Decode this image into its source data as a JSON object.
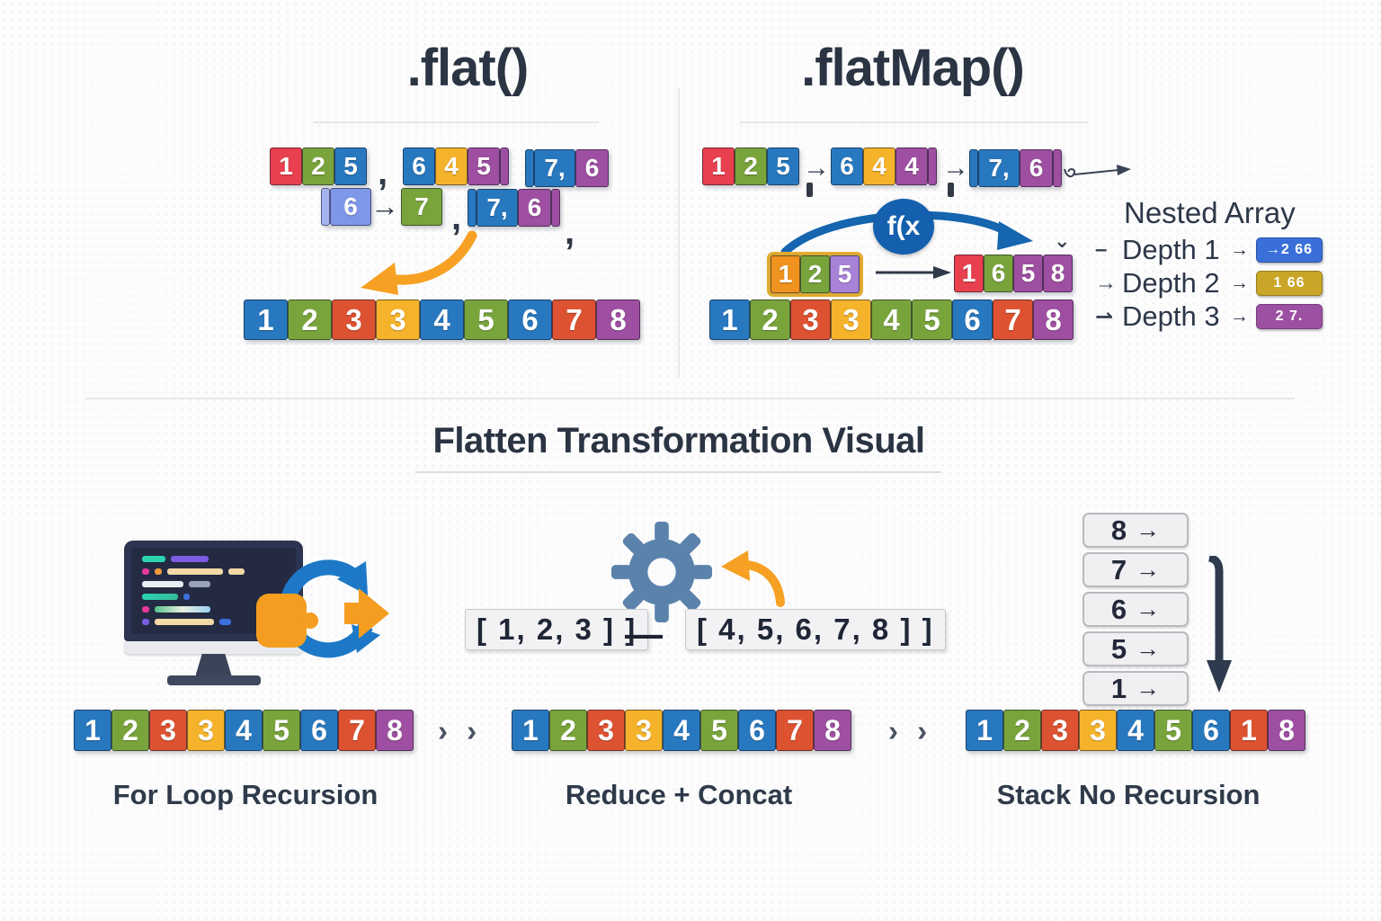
{
  "colors": {
    "blue": "#2878bf",
    "green": "#79a43c",
    "red": "#e8404f",
    "orange": "#dd5231",
    "yellow": "#f4b32a",
    "purple": "#9e4fa1",
    "lightblue": "#7e97e8",
    "lightblue2": "#a3b4f0",
    "lightpurple": "#a782d6",
    "orangeblk": "#f0921f"
  },
  "flat": {
    "title": ".flat()",
    "comma": ",",
    "arrow": "→",
    "row1": {
      "a1": [
        {
          "v": "1",
          "c": "red"
        },
        {
          "v": "2",
          "c": "green"
        },
        {
          "v": "5",
          "c": "blue"
        }
      ],
      "a2": [
        {
          "v": "6",
          "c": "blue"
        },
        {
          "v": "4",
          "c": "yellow"
        },
        {
          "v": "5",
          "c": "purple"
        },
        {
          "v": "",
          "c": "purple",
          "w": "sliver"
        }
      ],
      "a3": [
        {
          "v": "",
          "c": "blue",
          "w": "sliver"
        },
        {
          "v": "7,",
          "c": "blue",
          "w": "wide"
        },
        {
          "v": "6",
          "c": "purple",
          "w": "med"
        }
      ]
    },
    "row2": {
      "b1": [
        {
          "v": "",
          "c": "lightblue2",
          "w": "sliver"
        },
        {
          "v": "6",
          "c": "lightblue",
          "w": "wide"
        }
      ],
      "b2": [
        {
          "v": "7",
          "c": "green",
          "w": "wide"
        }
      ],
      "b3": [
        {
          "v": "",
          "c": "blue",
          "w": "sliver"
        },
        {
          "v": "7,",
          "c": "blue",
          "w": "wide"
        },
        {
          "v": "6",
          "c": "purple",
          "w": "med"
        },
        {
          "v": "",
          "c": "purple",
          "w": "sliver"
        }
      ]
    },
    "result": [
      {
        "v": "1",
        "c": "blue"
      },
      {
        "v": "2",
        "c": "green"
      },
      {
        "v": "3",
        "c": "orange"
      },
      {
        "v": "3",
        "c": "yellow"
      },
      {
        "v": "4",
        "c": "blue"
      },
      {
        "v": "5",
        "c": "green"
      },
      {
        "v": "6",
        "c": "blue"
      },
      {
        "v": "7",
        "c": "orange"
      },
      {
        "v": "8",
        "c": "purple"
      }
    ]
  },
  "flatmap": {
    "title": ".flatMap()",
    "arrow": "→",
    "fx_label": "f(x",
    "caret": "⌄",
    "row1": {
      "a1": [
        {
          "v": "1",
          "c": "red"
        },
        {
          "v": "2",
          "c": "green"
        },
        {
          "v": "5",
          "c": "blue"
        }
      ],
      "a2": [
        {
          "v": "6",
          "c": "blue"
        },
        {
          "v": "4",
          "c": "yellow"
        },
        {
          "v": "4",
          "c": "purple"
        },
        {
          "v": "",
          "c": "purple",
          "w": "sliver"
        }
      ],
      "a3": [
        {
          "v": "",
          "c": "blue",
          "w": "sliver"
        },
        {
          "v": "7,",
          "c": "blue",
          "w": "wide"
        },
        {
          "v": "6",
          "c": "purple",
          "w": "med"
        },
        {
          "v": "",
          "c": "purple",
          "w": "sliver"
        }
      ]
    },
    "map_in": [
      {
        "v": "1",
        "c": "orangeblk"
      },
      {
        "v": "2",
        "c": "green"
      },
      {
        "v": "5",
        "c": "lightpurple"
      }
    ],
    "map_out": [
      {
        "v": "1",
        "c": "red"
      },
      {
        "v": "6",
        "c": "green"
      },
      {
        "v": "5",
        "c": "purple"
      },
      {
        "v": "8",
        "c": "purple"
      }
    ],
    "result": [
      {
        "v": "1",
        "c": "blue"
      },
      {
        "v": "2",
        "c": "green"
      },
      {
        "v": "3",
        "c": "orange"
      },
      {
        "v": "3",
        "c": "yellow"
      },
      {
        "v": "4",
        "c": "green"
      },
      {
        "v": "5",
        "c": "green"
      },
      {
        "v": "6",
        "c": "blue"
      },
      {
        "v": "7",
        "c": "orange"
      },
      {
        "v": "8",
        "c": "purple"
      }
    ]
  },
  "legend": {
    "title": "Nested Array",
    "rows": [
      {
        "marker": "–",
        "label": "Depth 1",
        "arrow": "→",
        "badge": "→2 66",
        "badge_color": "#3a6fd9"
      },
      {
        "marker": "→",
        "label": "Depth 2",
        "arrow": "→",
        "badge": "1 66",
        "badge_color": "#c9a627"
      },
      {
        "marker": "⇀",
        "label": "Depth 3",
        "arrow": "→",
        "badge": "2 7.",
        "badge_color": "#9c50a2"
      }
    ]
  },
  "banner": {
    "title": "Flatten Transformation Visual"
  },
  "bottom": {
    "chevron": "› ›",
    "left": {
      "label": "For Loop Recursion",
      "array": [
        {
          "v": "1",
          "c": "blue"
        },
        {
          "v": "2",
          "c": "green"
        },
        {
          "v": "3",
          "c": "orange"
        },
        {
          "v": "3",
          "c": "yellow"
        },
        {
          "v": "4",
          "c": "blue"
        },
        {
          "v": "5",
          "c": "green"
        },
        {
          "v": "6",
          "c": "blue"
        },
        {
          "v": "7",
          "c": "orange"
        },
        {
          "v": "8",
          "c": "purple"
        }
      ]
    },
    "middle": {
      "label": "Reduce + Concat",
      "box1": "[ 1, 2, 3 ] ]",
      "dash": "—",
      "box2": "[ 4, 5, 6, 7, 8 ] ]",
      "array": [
        {
          "v": "1",
          "c": "blue"
        },
        {
          "v": "2",
          "c": "green"
        },
        {
          "v": "3",
          "c": "orange"
        },
        {
          "v": "3",
          "c": "yellow"
        },
        {
          "v": "4",
          "c": "blue"
        },
        {
          "v": "5",
          "c": "green"
        },
        {
          "v": "6",
          "c": "blue"
        },
        {
          "v": "7",
          "c": "orange"
        },
        {
          "v": "8",
          "c": "purple"
        }
      ]
    },
    "right": {
      "label": "Stack No Recursion",
      "stack": [
        "8",
        "7",
        "6",
        "5",
        "1"
      ],
      "stack_arrow": "→",
      "array": [
        {
          "v": "1",
          "c": "blue"
        },
        {
          "v": "2",
          "c": "green"
        },
        {
          "v": "3",
          "c": "orange"
        },
        {
          "v": "3",
          "c": "yellow"
        },
        {
          "v": "4",
          "c": "blue"
        },
        {
          "v": "5",
          "c": "green"
        },
        {
          "v": "6",
          "c": "blue"
        },
        {
          "v": "1",
          "c": "orange"
        },
        {
          "v": "8",
          "c": "purple"
        }
      ]
    }
  }
}
